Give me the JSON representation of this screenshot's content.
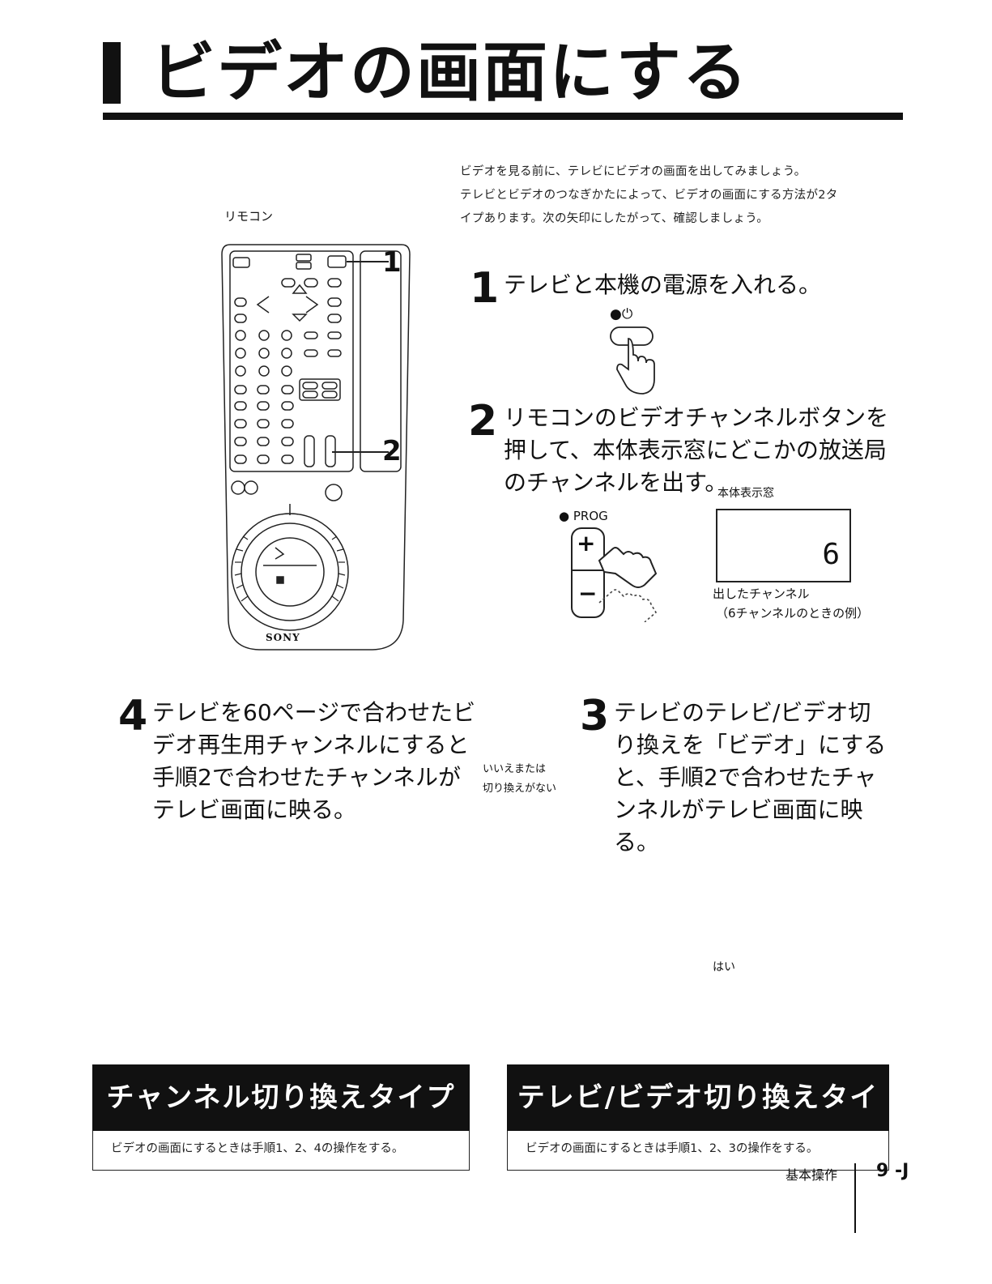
{
  "title": "ビデオの画面にする",
  "intro": {
    "lines": [
      "ビデオを見る前に、テレビにビデオの画面を出してみましょう。",
      "テレビとビデオのつなぎかたによって、ビデオの画面にする方法が2タ",
      "イプあります。次の矢印にしたがって、確認しましょう。"
    ]
  },
  "remote": {
    "label": "リモコン",
    "brand": "SONY",
    "callouts": [
      "1",
      "2"
    ]
  },
  "steps": {
    "step1": {
      "num": "1",
      "text": "テレビと本機の電源を入れる。",
      "power_symbol": "●⏻"
    },
    "step2": {
      "num": "2",
      "lines": [
        "リモコンのビデオチャンネルボタンを",
        "押して、本体表示窓にどこかの放送局",
        "のチャンネルを出す。"
      ],
      "display_label": "本体表示窓",
      "prog_label": "● PROG",
      "plus": "+",
      "minus": "−",
      "display_value": "6",
      "caption1": "出したチャンネル",
      "caption2": "（6チャンネルのときの例）"
    },
    "step3": {
      "num": "3",
      "lines": [
        "テレビのテレビ/ビデオ切",
        "り換えを「ビデオ」にする",
        "と、手順2で合わせたチャ",
        "ンネルがテレビ画面に映",
        "る。"
      ]
    },
    "step4": {
      "num": "4",
      "lines": [
        "テレビを60ページで合わせたビ",
        "デオ再生用チャンネルにすると",
        "手順2で合わせたチャンネルが",
        "テレビ画面に映る。"
      ]
    }
  },
  "flow": {
    "no_line1": "いいえまたは",
    "no_line2": "切り換えがない",
    "yes": "はい"
  },
  "types": {
    "channel": {
      "title": "チャンネル切り換えタイプ",
      "desc": "ビデオの画面にするときは手順1、2、4の操作をする。"
    },
    "tvvideo": {
      "title": "テレビ/ビデオ切り換えタイプ",
      "desc": "ビデオの画面にするときは手順1、2、3の操作をする。"
    }
  },
  "footer": {
    "section": "基本操作",
    "page": "9 -J"
  }
}
